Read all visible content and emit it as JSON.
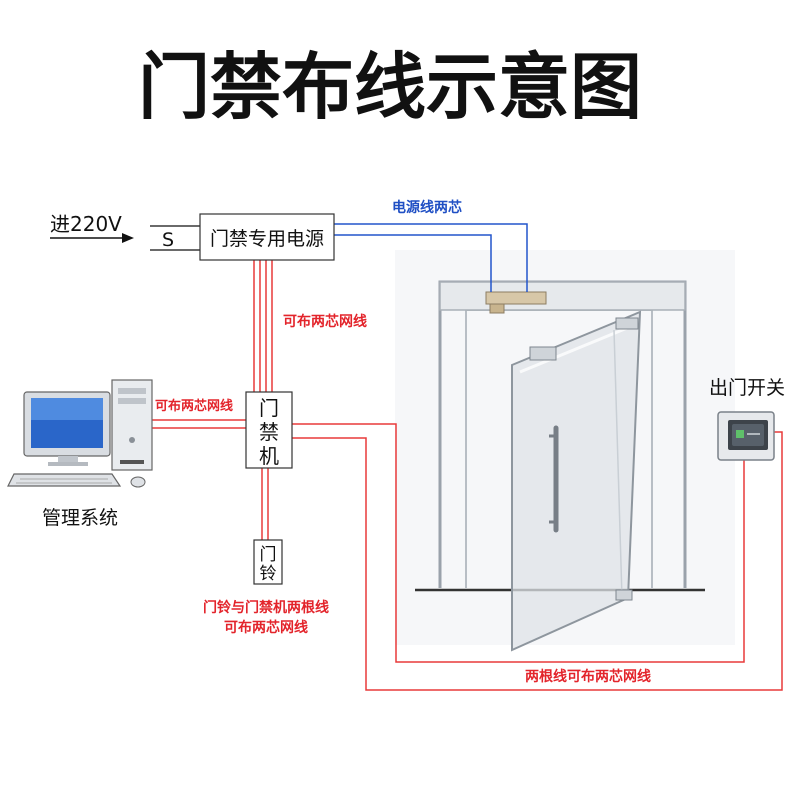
{
  "title": "门禁布线示意图",
  "labels": {
    "input_power": "进220V",
    "switch_s": "S",
    "power_supply": "门禁专用电源",
    "power_wire": "电源线两芯",
    "network_wire_1": "可布两芯网线",
    "network_wire_2": "可布两芯网线",
    "controller_chars": [
      "门",
      "禁",
      "机"
    ],
    "doorbell_chars": [
      "门",
      "铃"
    ],
    "doorbell_wire_line1": "门铃与门禁机两根线",
    "doorbell_wire_line2": "可布两芯网线",
    "bottom_wire": "两根线可布两芯网线",
    "exit_switch": "出门开关",
    "management": "管理系统"
  },
  "colors": {
    "red_wire": "#e83a3a",
    "blue_wire": "#2255cc",
    "text": "#111111",
    "red_text": "#e3242b",
    "blue_text": "#1f4fc4"
  },
  "icons": {
    "computer": "computer-icon",
    "door": "glass-door-icon",
    "exit_button": "exit-button-icon"
  }
}
